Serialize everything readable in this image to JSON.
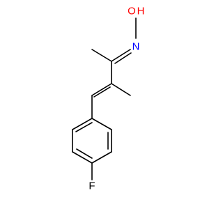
{
  "molecule": {
    "atoms": {
      "oxygen": {
        "symbol": "O",
        "color": "#ff0000"
      },
      "hydrogen": {
        "symbol": "H",
        "color": "#ff0000"
      },
      "nitrogen": {
        "symbol": "N",
        "color": "#0000ff"
      },
      "fluorine": {
        "symbol": "F",
        "color": "#000000"
      }
    }
  }
}
